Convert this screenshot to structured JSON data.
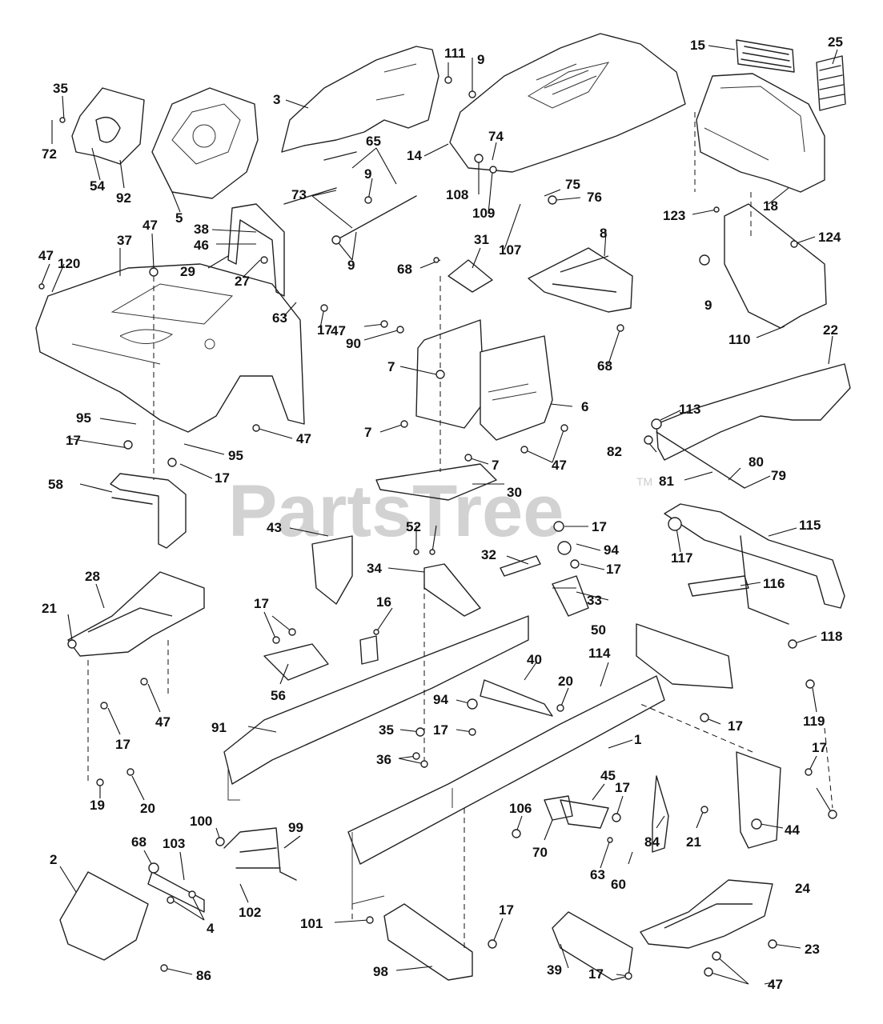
{
  "watermark": {
    "text": "PartsTree",
    "tm": "TM"
  },
  "callouts": [
    "1",
    "2",
    "3",
    "4",
    "5",
    "6",
    "7",
    "8",
    "9",
    "14",
    "15",
    "16",
    "17",
    "18",
    "19",
    "20",
    "21",
    "22",
    "23",
    "24",
    "25",
    "27",
    "28",
    "29",
    "30",
    "31",
    "32",
    "33",
    "34",
    "35",
    "36",
    "37",
    "38",
    "39",
    "40",
    "43",
    "44",
    "45",
    "46",
    "47",
    "50",
    "52",
    "54",
    "56",
    "58",
    "60",
    "63",
    "65",
    "68",
    "70",
    "72",
    "73",
    "74",
    "75",
    "76",
    "79",
    "80",
    "81",
    "82",
    "84",
    "86",
    "90",
    "91",
    "92",
    "94",
    "95",
    "98",
    "99",
    "100",
    "101",
    "102",
    "103",
    "106",
    "107",
    "108",
    "109",
    "110",
    "111",
    "113",
    "114",
    "115",
    "116",
    "117",
    "118",
    "119",
    "120",
    "123",
    "124"
  ]
}
